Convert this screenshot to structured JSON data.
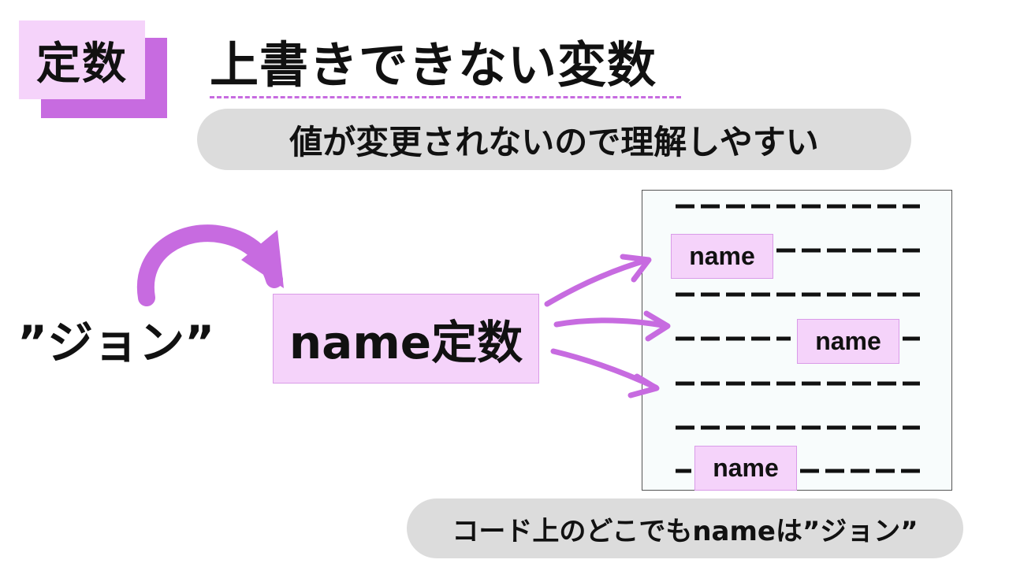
{
  "badge": {
    "label": "定数"
  },
  "title": {
    "text": "上書きできない変数"
  },
  "subtitle": {
    "text": "値が変更されないので理解しやすい"
  },
  "value": {
    "text": "”ジョン”"
  },
  "constant": {
    "label": "name定数"
  },
  "code_panel": {
    "tags": [
      "name",
      "name",
      "name"
    ]
  },
  "footer": {
    "text": "コード上のどこでもnameは”ジョン”"
  },
  "colors": {
    "accent": "#c76be0",
    "tag_fill": "#f5d3fa",
    "pill": "#dcdcdc"
  },
  "icons": [
    "curved-arrow-icon",
    "arrow-icon"
  ]
}
